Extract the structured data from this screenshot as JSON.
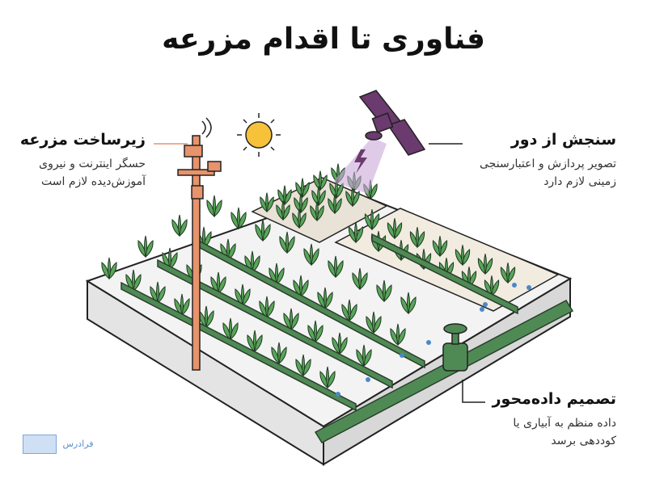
{
  "title": "فناوری تا اقدام مزرعه",
  "infrastructure": {
    "heading": "زیرساخت مزرعه",
    "body_line1": "حسگر اینترنت و نیروی",
    "body_line2": "آموزش‌دیده لازم است"
  },
  "remote_sensing": {
    "heading": "سنجش از دور",
    "body_line1": "تصویر پردازش و اعتبارسنجی",
    "body_line2": "زمینی لازم دارد"
  },
  "data_driven": {
    "heading": "تصمیم داده‌محور",
    "body_line1": "داده منظم به آبیاری یا",
    "body_line2": "کوددهی برسد"
  },
  "logo": {
    "text": "فرادرس"
  },
  "colors": {
    "soil": "#e9e2d6",
    "ground": "#f2f2f2",
    "leaf": "#5aa55a",
    "pipe": "#4f8a55",
    "tower": "#e7936b",
    "satellite": "#6b3a6e",
    "sun": "#f6c23a",
    "beam": "#c9a9d8",
    "water": "#4a89c8"
  }
}
